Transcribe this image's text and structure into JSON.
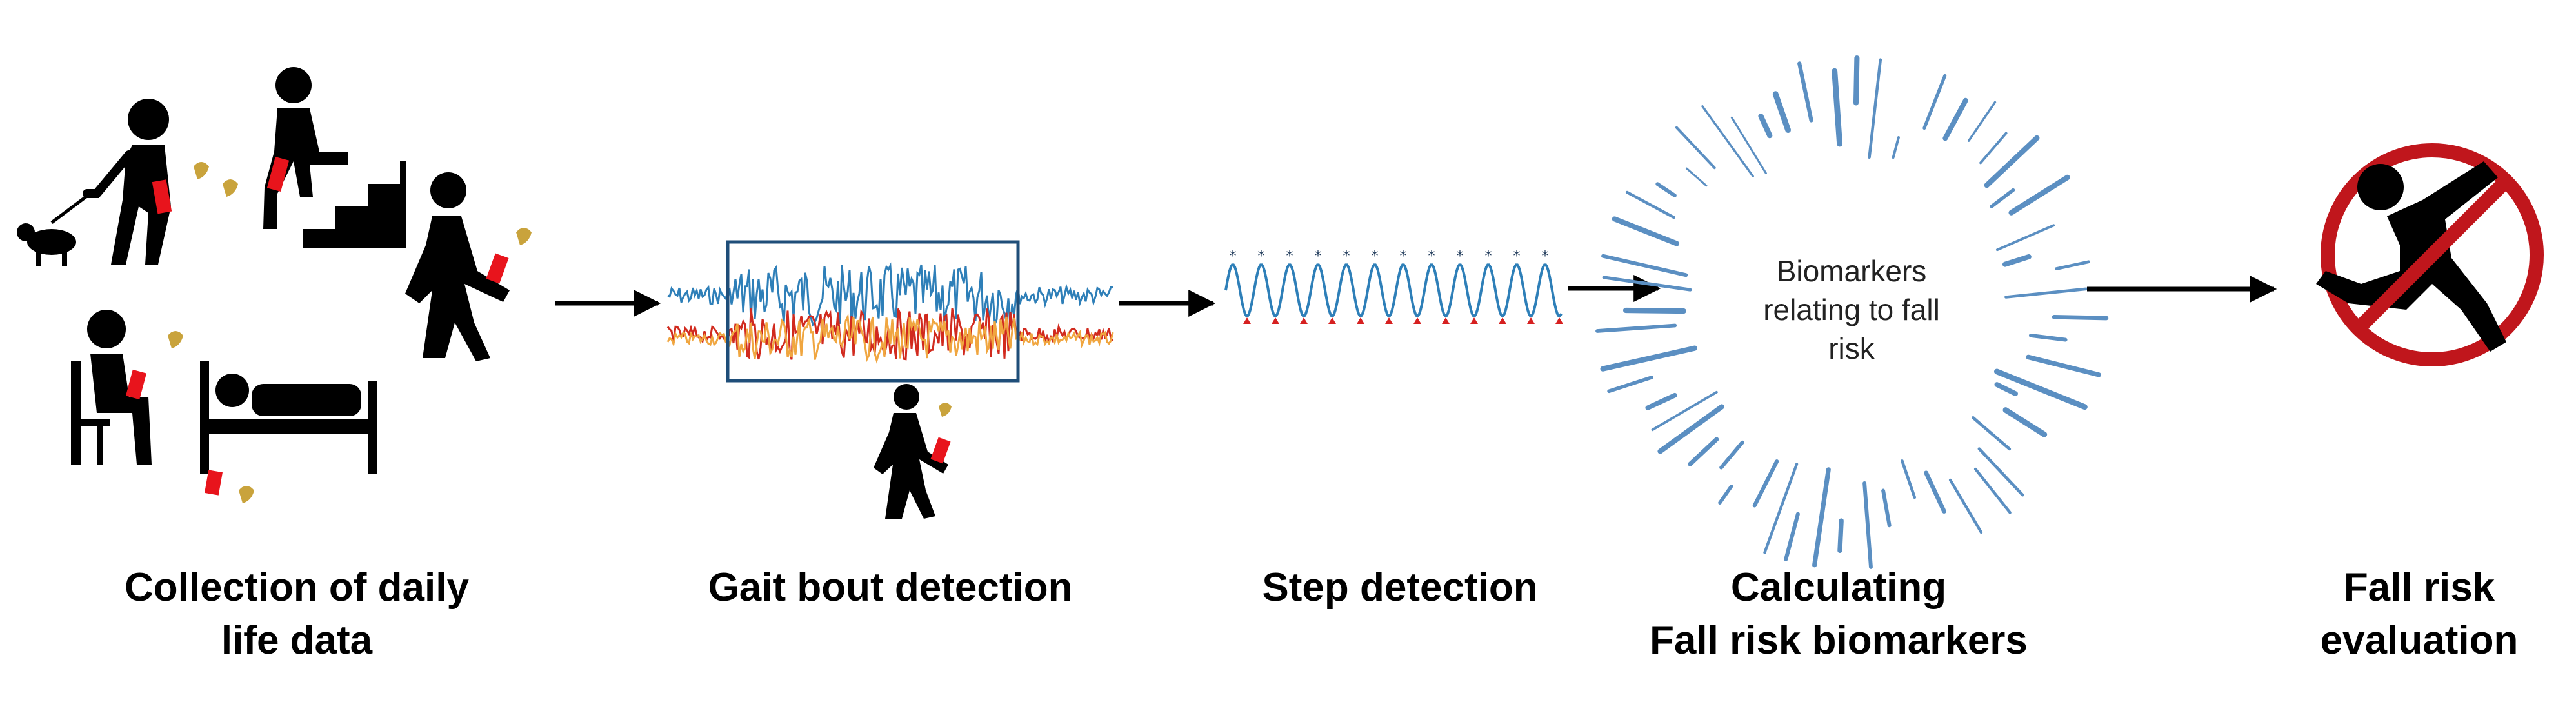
{
  "stages": [
    {
      "id": "collection",
      "label_lines": [
        "Collection of daily",
        "life data"
      ]
    },
    {
      "id": "gait",
      "label_lines": [
        "Gait bout detection"
      ]
    },
    {
      "id": "step",
      "label_lines": [
        "Step detection"
      ]
    },
    {
      "id": "biomarkers",
      "label_lines": [
        "Calculating",
        "Fall risk biomarkers"
      ]
    },
    {
      "id": "evaluation",
      "label_lines": [
        "Fall risk",
        "evaluation"
      ]
    }
  ],
  "burst_text_lines": [
    "Biomarkers",
    "relating to fall",
    "risk"
  ],
  "colors": {
    "ink": "#000000",
    "signal_blue": "#2e7fb8",
    "signal_red": "#d12a1e",
    "signal_orange": "#f0a640",
    "detection_box": "#1f4e79",
    "phone_red": "#e8141c",
    "call_gold": "#c9a33c",
    "burst_blue": "#5b8fc2",
    "prohibit_red": "#c0161c",
    "step_marker_red": "#d62020"
  }
}
